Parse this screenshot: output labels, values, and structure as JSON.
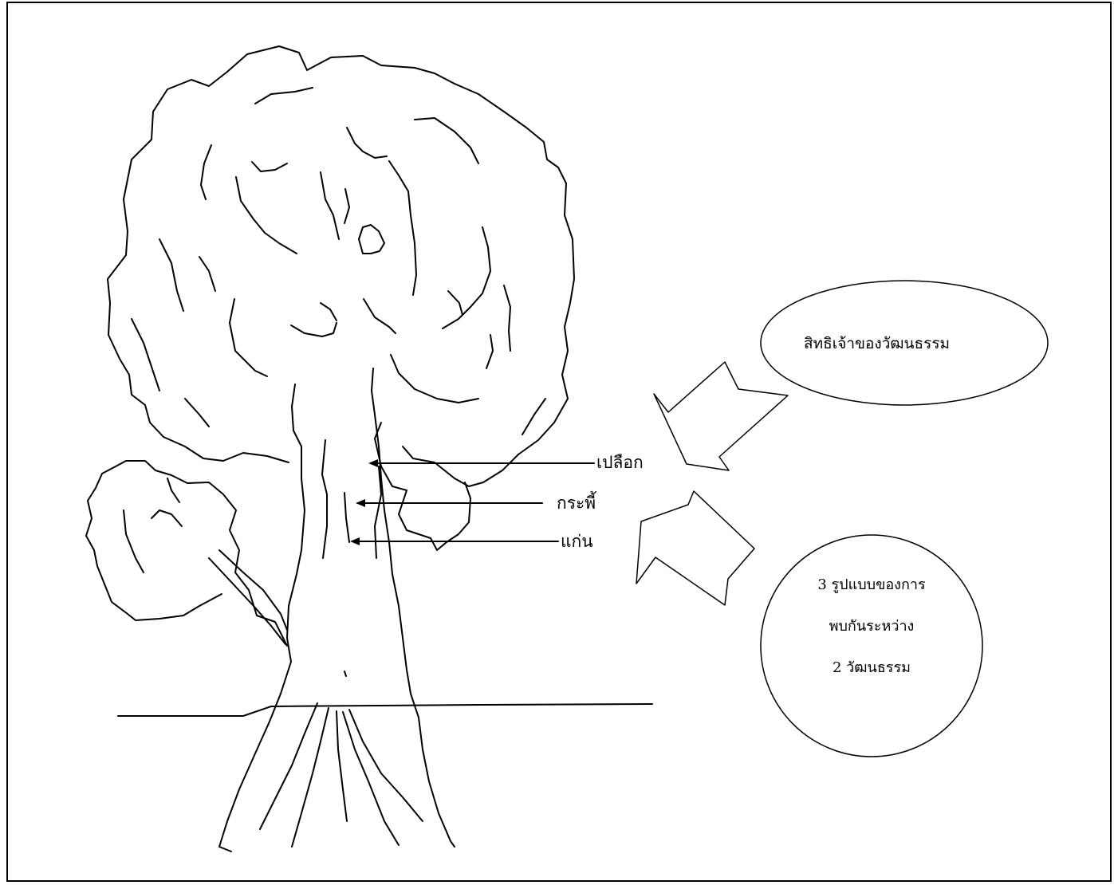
{
  "diagram": {
    "tree_labels": {
      "bark": "เปลือก",
      "sapwood": "กระพี้",
      "heartwood": "แก่น"
    },
    "oval_text": "สิทธิเจ้าของวัฒนธรรม",
    "circle_lines": [
      "3 รูปแบบของการ",
      "พบกันระหว่าง",
      "2 วัฒนธรรม"
    ],
    "colors": {
      "stroke": "#000000",
      "background": "#ffffff"
    }
  }
}
